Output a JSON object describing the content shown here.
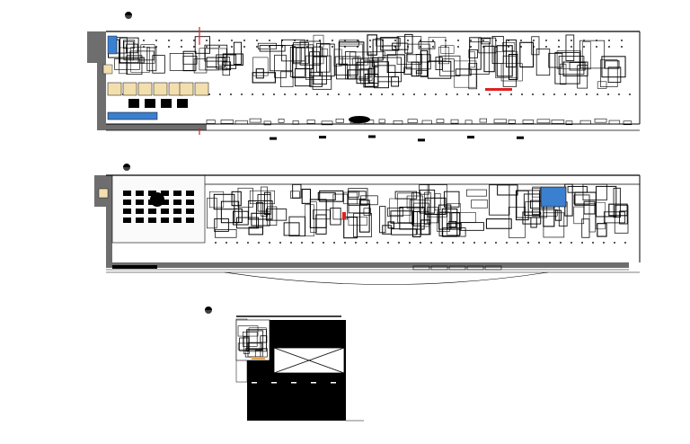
{
  "drawing": {
    "plans": [
      {
        "id": "plan-1",
        "marker": "1"
      },
      {
        "id": "plan-2",
        "marker": "2"
      },
      {
        "id": "plan-3",
        "marker": "3"
      }
    ],
    "colors": {
      "line": "#000000",
      "wall_fill": "#6e6e6e",
      "highlight_room": "#f3dfae",
      "water_blue": "#3b7fd0",
      "marker_red": "#e02020",
      "green_accent": "#3a9a3a",
      "background": "#ffffff"
    }
  }
}
